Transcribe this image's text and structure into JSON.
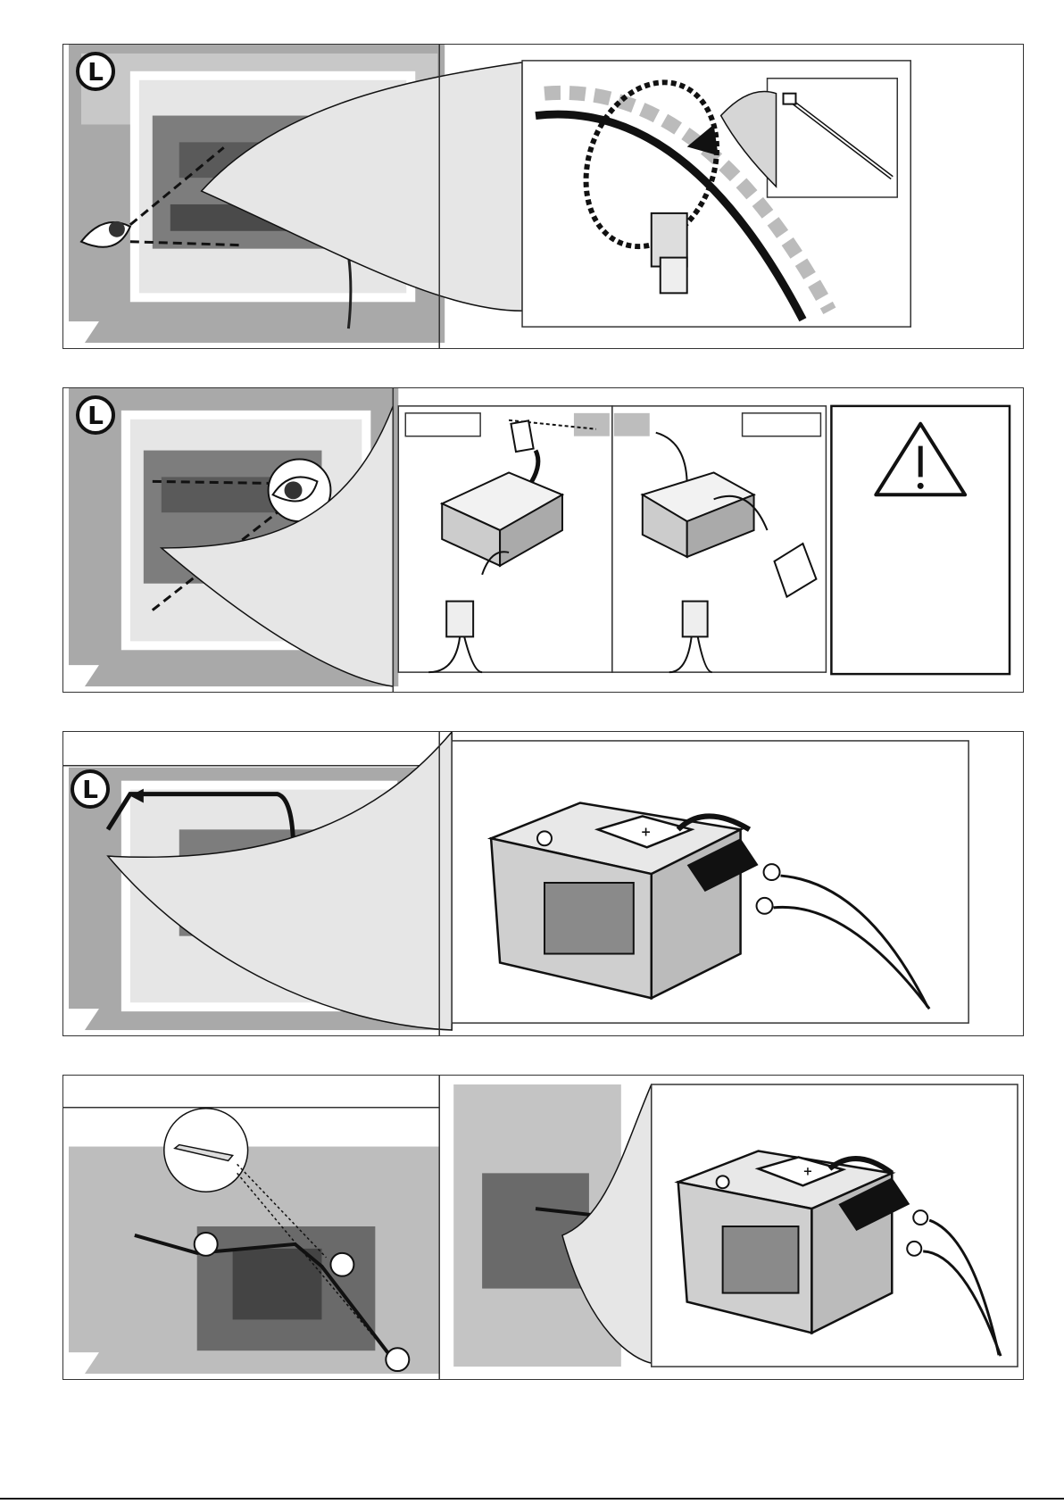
{
  "panels": [
    {
      "id": "step-1",
      "badge": "L"
    },
    {
      "id": "step-2",
      "badge": "L"
    },
    {
      "id": "step-3",
      "badge": "L"
    },
    {
      "id": "step-4"
    }
  ],
  "labels": {
    "battery_plus": "+"
  },
  "colors": {
    "photo_gray": "#9a9a9a",
    "photo_light": "#d8d8d8",
    "line": "#111111"
  }
}
